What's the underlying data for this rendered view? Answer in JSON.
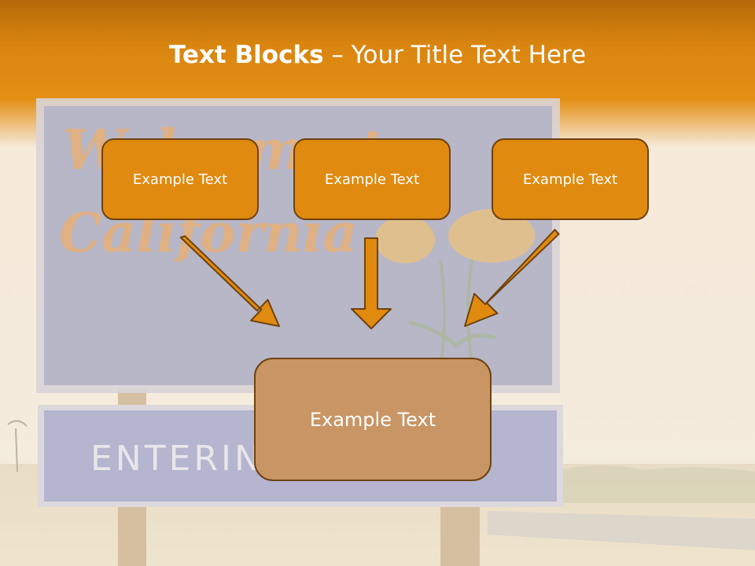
{
  "slide": {
    "title_bold": "Text Blocks",
    "title_dash": " – ",
    "title_rest": "Your Title Text Here"
  },
  "background": {
    "sign_script_line1": "Welcome to",
    "sign_script_line2": "California",
    "sign_lower_text": "ENTERING STATE"
  },
  "blocks": [
    {
      "label": "Example Text"
    },
    {
      "label": "Example Text"
    },
    {
      "label": "Example Text"
    }
  ],
  "main_block": {
    "label": "Example Text"
  },
  "colors": {
    "header": "#e08a0f",
    "box_fill": "#e08a0f",
    "box_border": "#6e4210",
    "main_box_fill": "#c99565",
    "arrow": "#e08a0f"
  }
}
